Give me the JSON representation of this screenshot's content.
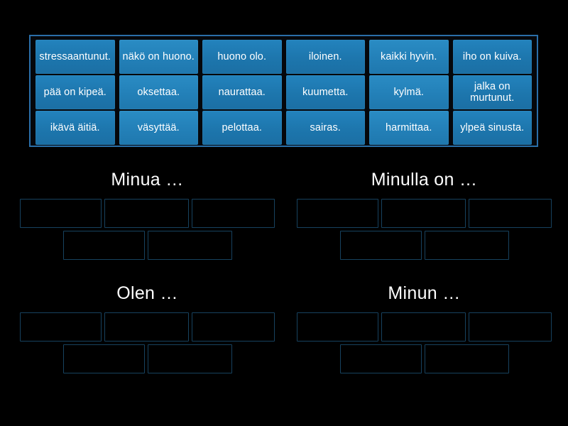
{
  "activity": {
    "type": "group-sort",
    "background_color": "#000000",
    "tile_color": "#2380b8",
    "slot_border_color": "#17425f",
    "bank_border_color": "#2a6ea8",
    "text_color": "#ffffff"
  },
  "tile_bank": {
    "rows": [
      [
        {
          "label": "stressaantunut."
        },
        {
          "label": "näkö on huono."
        },
        {
          "label": "huono olo."
        },
        {
          "label": "iloinen."
        },
        {
          "label": "kaikki hyvin."
        },
        {
          "label": "iho on kuiva."
        }
      ],
      [
        {
          "label": "pää on kipeä."
        },
        {
          "label": "oksettaa."
        },
        {
          "label": "naurattaa."
        },
        {
          "label": "kuumetta."
        },
        {
          "label": "kylmä."
        },
        {
          "label": "jalka on murtunut."
        }
      ],
      [
        {
          "label": "ikävä äitiä."
        },
        {
          "label": "väsyttää."
        },
        {
          "label": "pelottaa."
        },
        {
          "label": "sairas."
        },
        {
          "label": "harmittaa."
        },
        {
          "label": "ylpeä sinusta."
        }
      ]
    ]
  },
  "groups": [
    {
      "title": "Minua …",
      "slots_top": [
        "",
        "",
        ""
      ],
      "slots_bottom": [
        "",
        ""
      ]
    },
    {
      "title": "Minulla on …",
      "slots_top": [
        "",
        "",
        ""
      ],
      "slots_bottom": [
        "",
        ""
      ]
    },
    {
      "title": "Olen …",
      "slots_top": [
        "",
        "",
        ""
      ],
      "slots_bottom": [
        "",
        ""
      ]
    },
    {
      "title": "Minun …",
      "slots_top": [
        "",
        "",
        ""
      ],
      "slots_bottom": [
        "",
        ""
      ]
    }
  ]
}
